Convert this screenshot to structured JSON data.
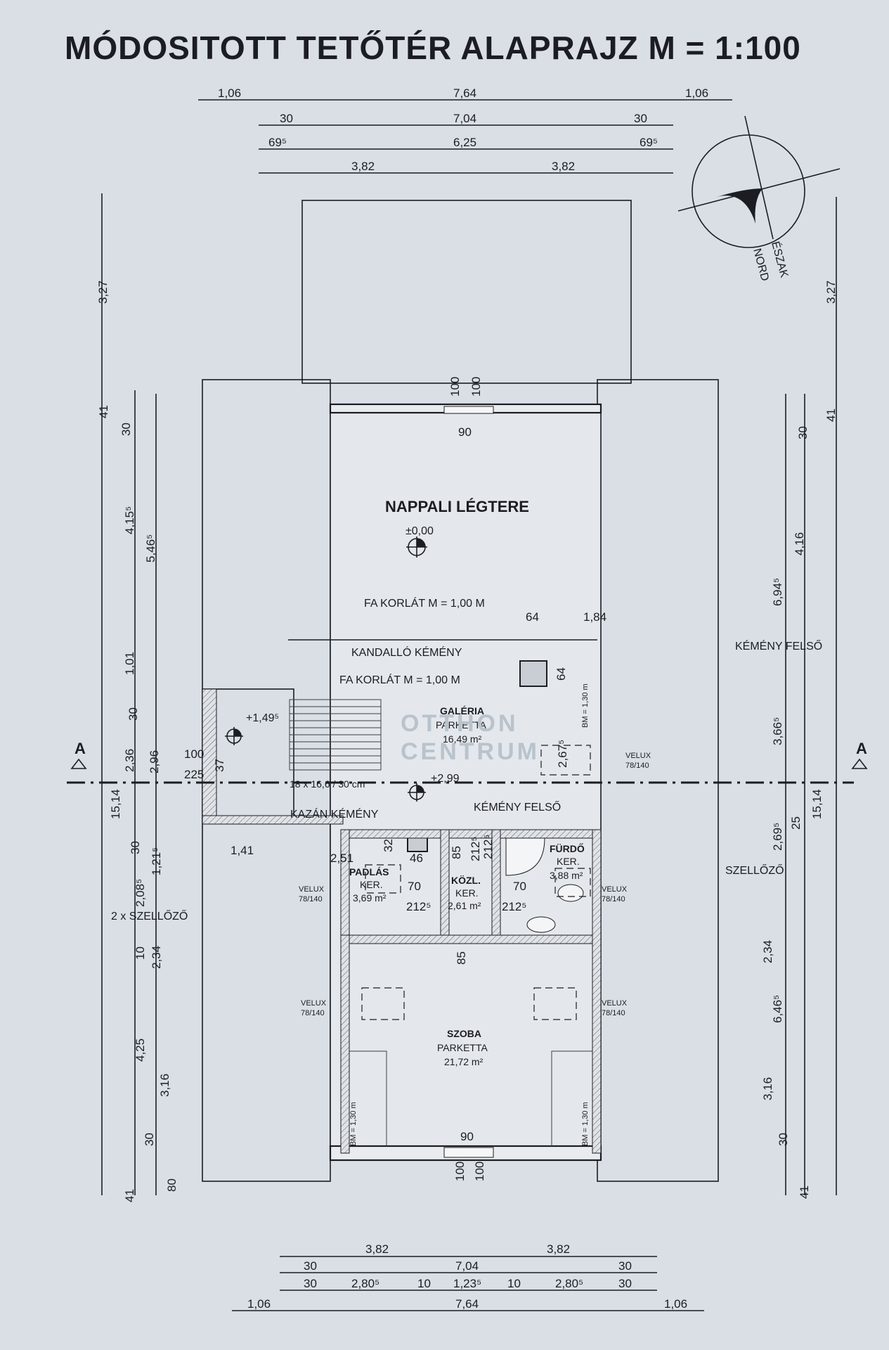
{
  "title": "MÓDOSITOTT TETŐTÉR ALAPRAJZ M = 1:100",
  "compass": {
    "label_hu": "ÉSZAK",
    "label_intl": "NORD",
    "icon": "north-arrow-icon"
  },
  "top_dims": {
    "row1": [
      "1,06",
      "7,64",
      "1,06"
    ],
    "row2": [
      "30",
      "7,04",
      "30"
    ],
    "row3": [
      "69⁵",
      "6,25",
      "69⁵"
    ],
    "row4": [
      "3,82",
      "3,82"
    ]
  },
  "bottom_dims": {
    "row1": [
      "3,82",
      "3,82"
    ],
    "row2": [
      "30",
      "7,04",
      "30"
    ],
    "row3": [
      "30",
      "2,80⁵",
      "10",
      "1,23⁵",
      "10",
      "2,80⁵",
      "30"
    ],
    "row4": [
      "1,06",
      "7,64",
      "1,06"
    ]
  },
  "left_dims": {
    "outer": [
      "3,27",
      "15,14"
    ],
    "mid": [
      "41",
      "4,15⁵",
      "1,01",
      "2,36",
      "2,08⁵",
      "10",
      "4,25",
      "41"
    ],
    "inner": [
      "30",
      "5,46⁵",
      "30",
      "2,96",
      "30",
      "1,21⁵",
      "2,34",
      "3,16",
      "30",
      "80"
    ]
  },
  "right_dims": {
    "outer": [
      "3,27",
      "15,14"
    ],
    "mid": [
      "41",
      "6,94⁵",
      "3,66⁵",
      "2,69⁵",
      "6,46⁵",
      "41"
    ],
    "inner": [
      "30",
      "4,16",
      "25",
      "2,34",
      "3,16",
      "30"
    ]
  },
  "rooms": {
    "nappali": {
      "name": "NAPPALI LÉGTERE",
      "level": "±0,00"
    },
    "galeria": {
      "name": "GALÉRIA",
      "floor": "PARKETTA",
      "area": "16,49 m²"
    },
    "padlas": {
      "name": "PADLÁS",
      "sub": "KER.",
      "area": "3,69 m²"
    },
    "kozl": {
      "name": "KÖZL.",
      "sub": "KER.",
      "area": "2,61 m²"
    },
    "furdo": {
      "name": "FÜRDŐ",
      "sub": "KER.",
      "area": "3,88 m²"
    },
    "szoba": {
      "name": "SZOBA",
      "floor": "PARKETTA",
      "area": "21,72 m²"
    }
  },
  "annotations": {
    "fa_korlat_1": "FA KORLÁT M = 1,00 M",
    "fa_korlat_2": "FA KORLÁT M = 1,00 M",
    "kandallo": "KANDALLÓ KÉMÉNY",
    "kemeny_felso_1": "KÉMÉNY FELSŐ",
    "kemeny_felso_2": "KÉMÉNY FELSŐ",
    "kazan": "KAZÁN KÉMÉNY",
    "szellozo_1": "SZELLŐZŐ",
    "szellozo_2": "2 x SZELLŐZŐ",
    "stairs": "18 x 16,6 / 30 cm",
    "stair_level": "+1,49⁵",
    "galeria_level": "+2,99",
    "velux": "VELUX",
    "velux_size": "78/140",
    "bm_1": "BM = 1,30 m",
    "bm_2": "BM = 1,30 m",
    "bm_3": "BM = 1,30 m",
    "section_left": "A",
    "section_right": "A"
  },
  "inner_dims": {
    "w100_top_a": "100",
    "w100_top_b": "100",
    "w90_top": "90",
    "d64": "64",
    "d184": "1,84",
    "d64v": "64",
    "d267": "2,67⁵",
    "d100": "100",
    "d225": "225",
    "d37": "37",
    "d141": "1,41",
    "d251": "2,51",
    "d32": "32",
    "d46": "46",
    "d85a": "85",
    "d2125a": "212⁵",
    "d2125b": "212⁵",
    "d70a": "70",
    "d70b": "70",
    "d2125c": "212⁵",
    "d2125d": "212⁵",
    "d85b": "85",
    "w90_bot": "90",
    "w100_bot_a": "100",
    "w100_bot_b": "100"
  },
  "watermark": {
    "line1": "OTTHON",
    "line2": "CENTRUM"
  },
  "colors": {
    "paper": "#d9dfe4",
    "ink": "#1b1d22",
    "watermark": "#b9c3cc"
  }
}
